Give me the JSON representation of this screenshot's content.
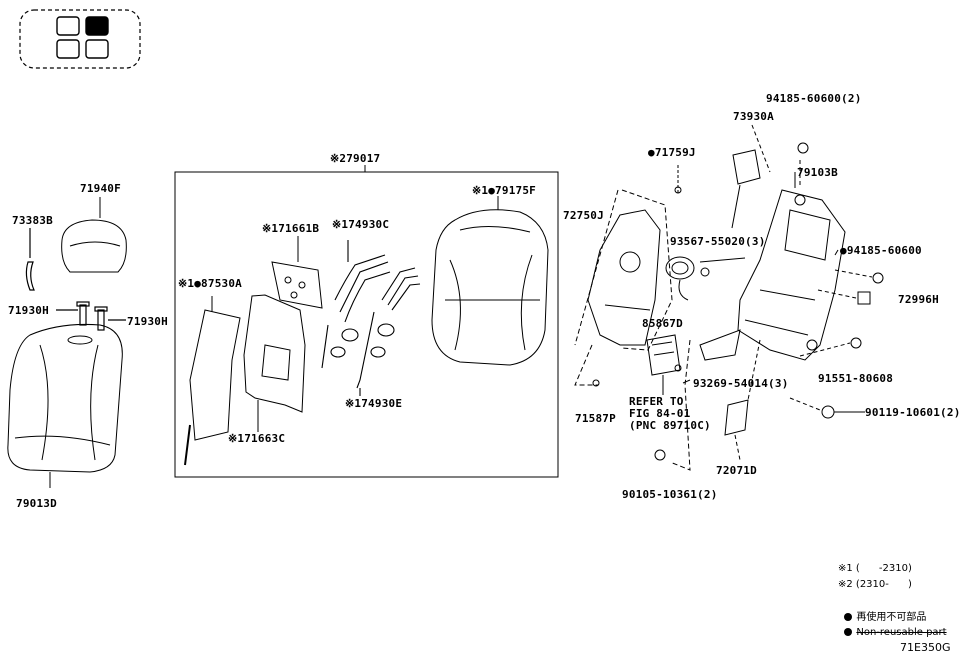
{
  "seat_position_indicator": {
    "rows": 2,
    "cols": 2,
    "highlighted": "top-right",
    "icon": "seat-position-icon"
  },
  "parts": {
    "p79017": "※279017",
    "p71940F": "71940F",
    "p73383B": "73383B",
    "p71930H_left": "71930H",
    "p71930H_right": "71930H",
    "p79013D": "79013D",
    "p71661B": "※171661B",
    "p74930C": "※174930C",
    "p79175F": "※1●79175F",
    "p87530A": "※1●87530A",
    "p74930E": "※174930E",
    "p71663C": "※171663C",
    "p71759J": "●71759J",
    "p72750J": "72750J",
    "p71587P": "71587P",
    "p93567": "93567-55020(3)",
    "p85867D": "85867D",
    "p93269": "93269-54014(3)",
    "refer_line1": "REFER TO",
    "refer_line2": "FIG 84-01",
    "refer_line3": "(PNC 89710C)",
    "p90105": "90105-10361(2)",
    "p73930A": "73930A",
    "p94185_top": "94185-60600(2)",
    "p79103B": "79103B",
    "p94185_mid": "●94185-60600",
    "p72996H": "72996H",
    "p91551": "91551-80608",
    "p90119": "90119-10601(2)",
    "p72071D": "72071D"
  },
  "legend": {
    "note1": "※1 (      -2310)",
    "note2": "※2 (2310-      )",
    "jp_label": "再使用不可部品",
    "en_label": "Non-reusable part"
  },
  "figure_code": "71E350G",
  "icons": {
    "non_reusable": "filled-dot-icon"
  }
}
